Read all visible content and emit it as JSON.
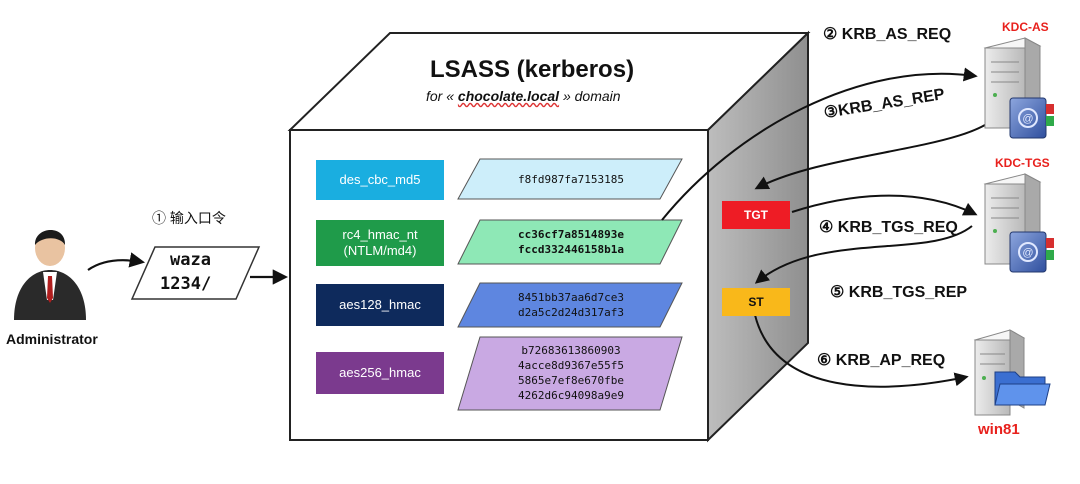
{
  "title": {
    "main": "LSASS (kerberos)",
    "sub_prefix": "for «",
    "sub_domain": "chocolate.local",
    "sub_suffix": "» domain"
  },
  "user": {
    "label": "Administrator",
    "step": "① 输入口令",
    "password_line1": "waza",
    "password_line2": "1234/"
  },
  "keys": [
    {
      "algo": "des_cbc_md5",
      "hash": [
        "f8fd987fa7153185"
      ]
    },
    {
      "algo": "rc4_hmac_nt\n(NTLM/md4)",
      "hash": [
        "cc36cf7a8514893e",
        "fccd332446158b1a"
      ]
    },
    {
      "algo": "aes128_hmac",
      "hash": [
        "8451bb37aa6d7ce3",
        "d2a5c2d24d317af3"
      ]
    },
    {
      "algo": "aes256_hmac",
      "hash": [
        "b72683613860903",
        "4acce8d9367e55f5",
        "5865e7ef8e670fbe",
        "4262d6c94098a9e9"
      ]
    }
  ],
  "colors": {
    "des": "#1aaee0",
    "rc4": "#1f9b4a",
    "aes128": "#0e2a5c",
    "aes256": "#7b3a8e",
    "des_hash": "#cdeefa",
    "rc4_hash": "#8ee8b6",
    "aes128_hash": "#5e86e0",
    "aes256_hash": "#c9a9e3",
    "tgt": "#ee1c25",
    "st": "#f9b81a",
    "red_text": "#e8211d"
  },
  "tickets": {
    "tgt": "TGT",
    "st": "ST"
  },
  "servers": {
    "kdc_as": "KDC-AS",
    "kdc_tgs": "KDC-TGS",
    "target": "win81"
  },
  "steps": {
    "as_req": "② KRB_AS_REQ",
    "as_rep": "③KRB_AS_REP",
    "tgs_req": "④ KRB_TGS_REQ",
    "tgs_rep": "⑤ KRB_TGS_REP",
    "ap_req": "⑥ KRB_AP_REQ"
  },
  "icons": {
    "user": "user-icon",
    "kdc_as": "server-book-icon",
    "kdc_tgs": "server-book-icon",
    "win81": "server-folder-icon"
  }
}
